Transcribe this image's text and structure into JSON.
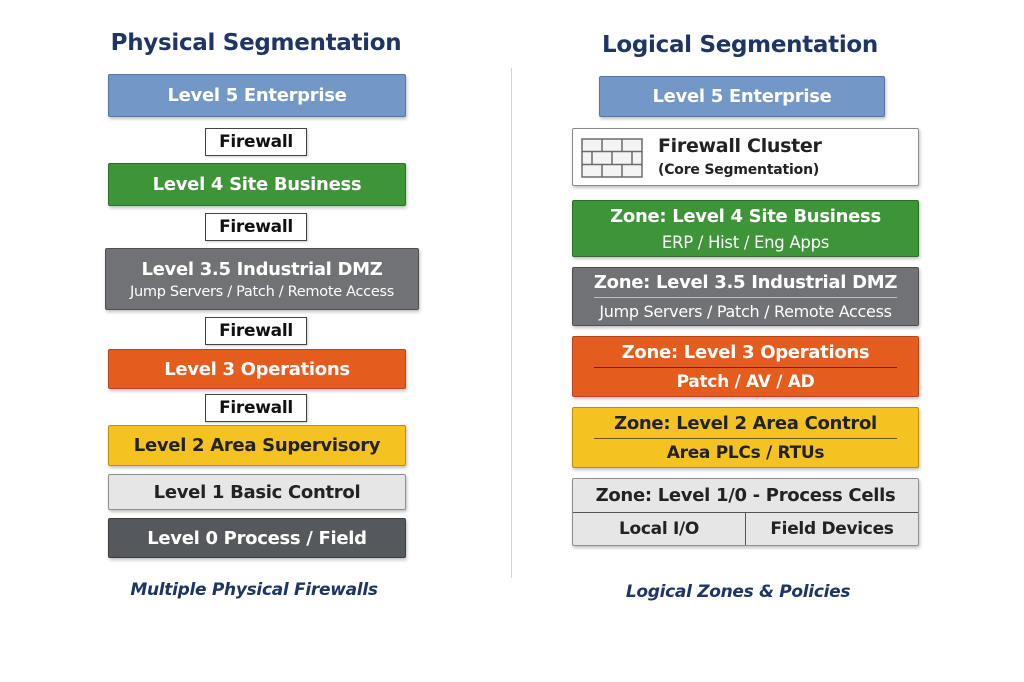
{
  "physical": {
    "title": "Physical Segmentation",
    "levels": {
      "l5": "Level 5 Enterprise",
      "l4": "Level 4 Site Business",
      "l35": "Level 3.5 Industrial DMZ",
      "l35_sub": "Jump Servers / Patch / Remote Access",
      "l3": "Level 3 Operations",
      "l2": "Level 2 Area Supervisory",
      "l1": "Level 1 Basic Control",
      "l0": "Level 0 Process / Field"
    },
    "firewalls": [
      "Firewall",
      "Firewall",
      "Firewall",
      "Firewall"
    ],
    "caption": "Multiple Physical Firewalls"
  },
  "logical": {
    "title": "Logical Segmentation",
    "l5": "Level 5 Enterprise",
    "cluster": {
      "title": "Firewall Cluster",
      "subtitle": "(Core Segmentation)"
    },
    "zones": {
      "z4": "Zone: Level 4 Site Business",
      "z4_sub": "ERP / Hist / Eng Apps",
      "z35": "Zone: Level 3.5 Industrial DMZ",
      "z35_sub": "Jump Servers / Patch / Remote Access",
      "z3": "Zone: Level 3 Operations",
      "z3_sub": "Patch / AV / AD",
      "z2": "Zone: Level 2 Area Control",
      "z2_sub": "Area PLCs / RTUs",
      "z10": "Zone: Level 1/0 - Process Cells",
      "z10_cells": [
        "Local I/O",
        "Field Devices"
      ]
    },
    "caption": "Logical Zones & Policies"
  },
  "colors": {
    "title": "#1f3566",
    "enterprise": "#7398c8",
    "site_business": "#3e9538",
    "dmz": "#707275",
    "operations": "#e55d1e",
    "area": "#f4c322",
    "basic_control": "#e6e6e6",
    "process": "#55585c"
  },
  "icons": [
    "brick-wall-icon"
  ]
}
